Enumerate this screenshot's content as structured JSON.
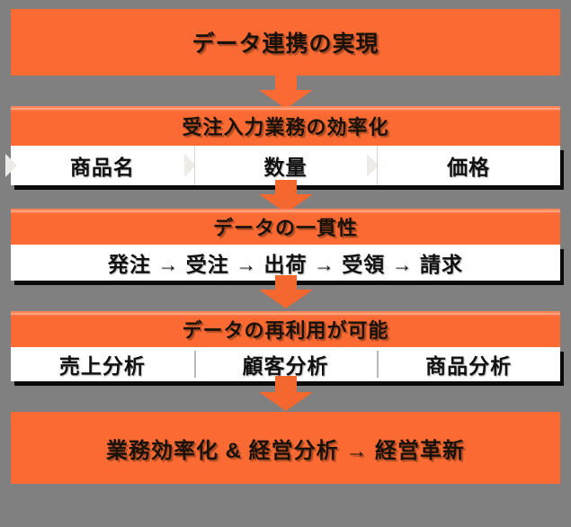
{
  "diagram": {
    "title": "データ連携の実現",
    "type": "flowchart",
    "orientation": "vertical",
    "background_color": "#808080",
    "accent_color": "#FB6A33",
    "panel_color": "#FFFFFF",
    "text_color": "#111111",
    "steps": [
      {
        "id": "step-1",
        "header": "データ連携の実現",
        "items": []
      },
      {
        "id": "step-2",
        "header": "受注入力業務の効率化",
        "separator": "chevron",
        "items": [
          "商品名",
          "数量",
          "価格"
        ]
      },
      {
        "id": "step-3",
        "header": "データの一貫性",
        "separator": "none",
        "items": [
          "発注  →  受注  →  出荷  →  受領  →  請求"
        ]
      },
      {
        "id": "step-4",
        "header": "データの再利用が可能",
        "separator": "rule",
        "items": [
          "売上分析",
          "顧客分析",
          "商品分析"
        ]
      },
      {
        "id": "step-5",
        "header": "業務効率化  &  経営分析    →    経営革新",
        "items": []
      }
    ],
    "connectors": [
      {
        "id": "connector-1",
        "from": "step-1",
        "to": "step-2",
        "shape": "down-arrow"
      },
      {
        "id": "connector-2",
        "from": "step-2",
        "to": "step-3",
        "shape": "down-arrow"
      },
      {
        "id": "connector-3",
        "from": "step-3",
        "to": "step-4",
        "shape": "down-arrow"
      },
      {
        "id": "connector-4",
        "from": "step-4",
        "to": "step-5",
        "shape": "down-arrow"
      }
    ]
  }
}
